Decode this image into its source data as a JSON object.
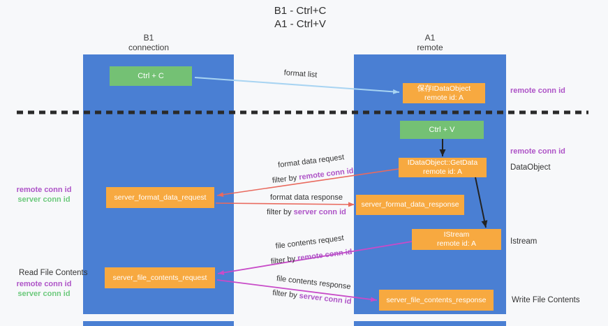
{
  "title": {
    "line1": "B1 - Ctrl+C",
    "line2": "A1 - Ctrl+V"
  },
  "lanes": {
    "b1": {
      "name": "B1",
      "subtitle": "connection"
    },
    "a1": {
      "name": "A1",
      "subtitle": "remote"
    }
  },
  "nodes": {
    "ctrl_c": {
      "label": "Ctrl + C"
    },
    "ctrl_v": {
      "label": "Ctrl + V"
    },
    "save_dataobject": {
      "line1": "保存IDataObject",
      "line2": "remote id: A"
    },
    "getdata": {
      "line1": "IDataObject::GetData",
      "line2": "remote id: A"
    },
    "istream": {
      "line1": "IStream",
      "line2": "remote id: A"
    },
    "format_request": {
      "label": "server_format_data_request"
    },
    "format_response": {
      "label": "server_format_data_response"
    },
    "file_request": {
      "label": "server_file_contents_request"
    },
    "file_response": {
      "label": "server_file_contents_response"
    }
  },
  "flows": {
    "format_list": {
      "label": "format list"
    },
    "format_data_request": {
      "label": "format data request",
      "filter_prefix": "filter by",
      "filter_key": "remote conn id"
    },
    "format_data_response": {
      "label": "format data response",
      "filter_prefix": "filter by",
      "filter_key": "server conn id"
    },
    "file_contents_request": {
      "label": "file contents request",
      "filter_prefix": "filter by",
      "filter_key": "remote conn id"
    },
    "file_contents_response": {
      "label": "file contents response",
      "filter_prefix": "filter by",
      "filter_key": "server conn id"
    }
  },
  "annotations": {
    "right": {
      "remote_conn_id_top": "remote conn id",
      "remote_conn_id_mid": "remote conn id",
      "dataobject": "DataObject",
      "istream": "Istream",
      "write_file_contents": "Write File Contents"
    },
    "left": {
      "remote_conn_id_top": "remote conn id",
      "server_conn_id_top": "server conn id",
      "read_file_contents": "Read File Contents",
      "remote_conn_id_bottom": "remote conn id",
      "server_conn_id_bottom": "server conn id"
    }
  },
  "colors": {
    "lane_blue": "#4a7fd3",
    "box_green": "#74c174",
    "box_orange": "#f7a940",
    "arrow_lightblue": "#a8d4f2",
    "arrow_black": "#222222",
    "arrow_red": "#e96a5e",
    "arrow_magenta": "#c84bc8",
    "text_purple": "#ae54c7",
    "text_green": "#6cc97c",
    "dash_black": "#2a2a2a"
  }
}
